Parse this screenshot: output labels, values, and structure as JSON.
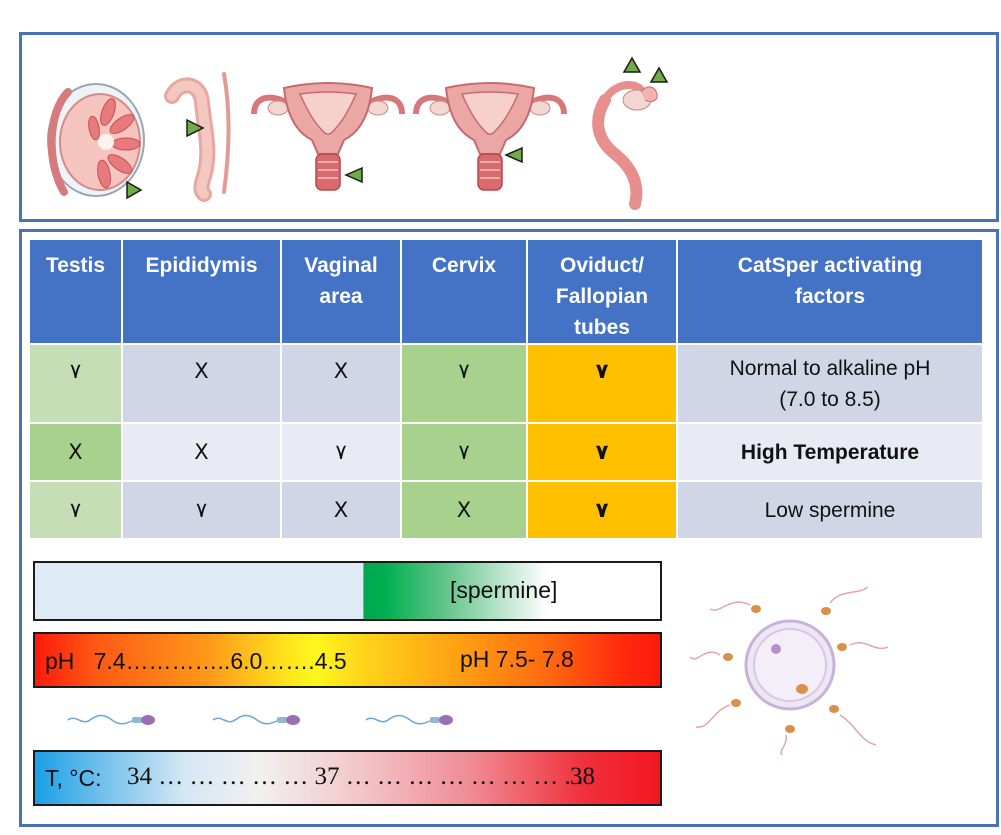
{
  "colors": {
    "border": "#4a72b8",
    "header": "#4472c4",
    "green_light": "#c5deb5",
    "green": "#a9d18e",
    "blue_gray": "#d0d6e6",
    "blue_gray_light": "#e9ebf4",
    "orange": "#ffc000",
    "triangle": "#70ad47"
  },
  "illustrations": [
    {
      "name": "testis-icon"
    },
    {
      "name": "epididymis-icon"
    },
    {
      "name": "uterus-vaginal-icon"
    },
    {
      "name": "uterus-cervix-icon"
    },
    {
      "name": "oviduct-icon"
    },
    {
      "name": "sperm-icon"
    },
    {
      "name": "egg-with-sperm-icon"
    }
  ],
  "table": {
    "headers": [
      "Testis",
      "Epididymis",
      "Vaginal area",
      "Cervix",
      "Oviduct/ Fallopian tubes",
      "CatSper activating factors"
    ],
    "rows": [
      {
        "cells": [
          "٧",
          "X",
          "X",
          "٧",
          "٧"
        ],
        "factor": "Normal to alkaline pH (7.0 to 8.5)"
      },
      {
        "cells": [
          "X",
          "X",
          "٧",
          "٧",
          "٧"
        ],
        "factor": "High Temperature"
      },
      {
        "cells": [
          "٧",
          "٧",
          "X",
          "X",
          "٧"
        ],
        "factor": "Low spermine"
      }
    ]
  },
  "spermine_bar": {
    "label": "[spermine]"
  },
  "ph_bar": {
    "left_text": "pH   7.4…………..6.0…….4.5",
    "right_text": "pH 7.5- 7.8"
  },
  "temp_bar": {
    "left_text": "T, °C:",
    "text": "34 … … … … … 37 … … … … … … … . .",
    "end_value": "38"
  }
}
